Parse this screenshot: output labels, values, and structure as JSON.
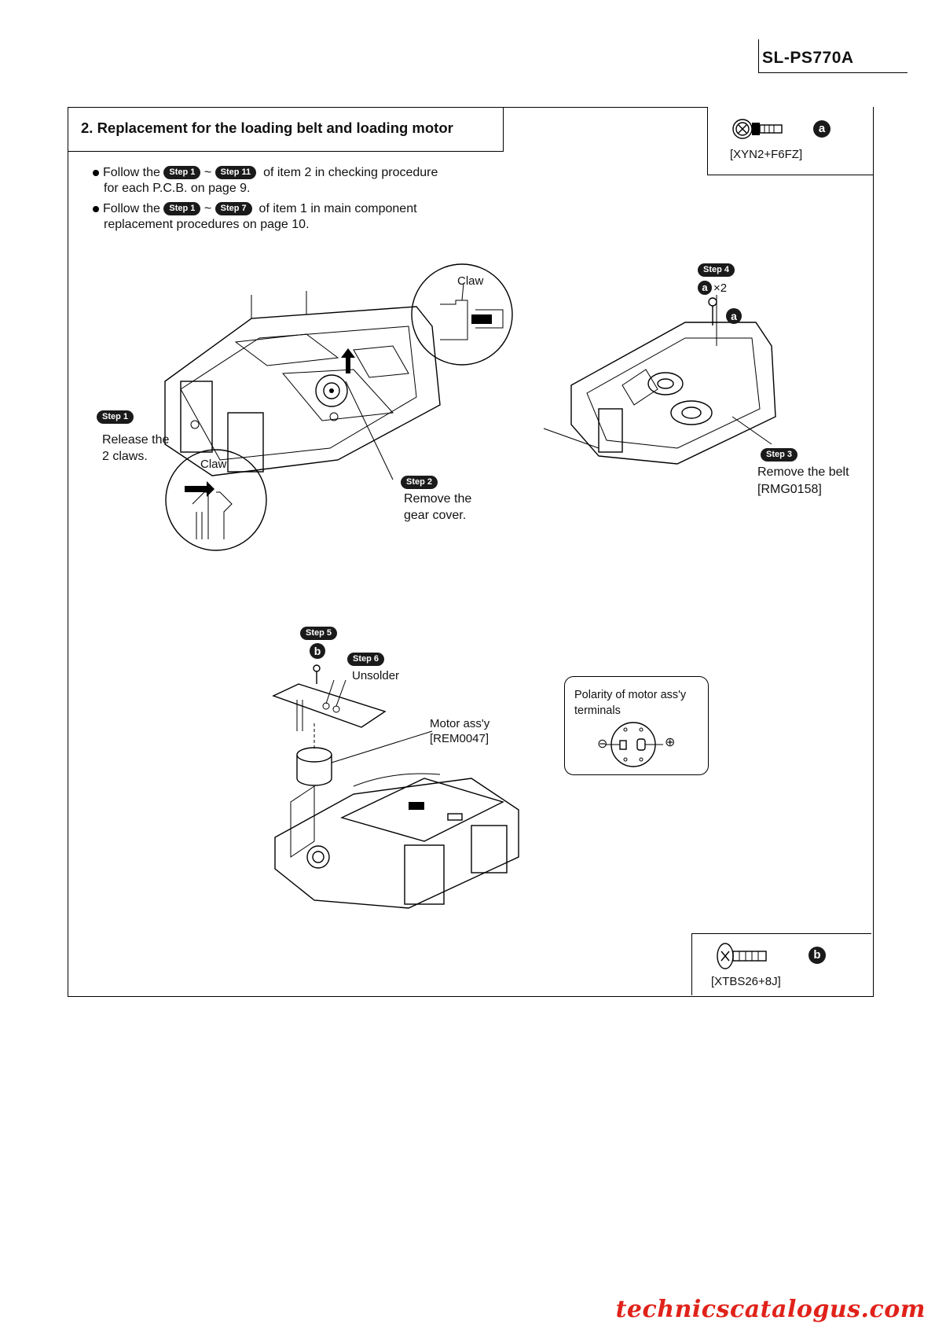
{
  "header": {
    "model": "SL-PS770A"
  },
  "section": {
    "title": "2. Replacement for the loading belt and loading motor"
  },
  "screws": {
    "a": {
      "letter": "a",
      "code": "[XYN2+F6FZ]"
    },
    "b": {
      "letter": "b",
      "code": "[XTBS26+8J]"
    }
  },
  "instructions": [
    {
      "prefix": "Follow the",
      "from": "Step 1",
      "sep": "~",
      "to": "Step 11",
      "rest": "of item 2 in checking procedure",
      "line2": "for each P.C.B. on page 9."
    },
    {
      "prefix": "Follow the",
      "from": "Step 1",
      "sep": "~",
      "to": "Step 7",
      "rest": "of item 1 in main component",
      "line2": "replacement procedures on page 10."
    }
  ],
  "steps": {
    "step1": {
      "tag": "Step 1",
      "line1": "Release the",
      "line2": "2 claws.",
      "claw_label": "Claw"
    },
    "step2": {
      "tag": "Step 2",
      "line1": "Remove the",
      "line2": "gear cover.",
      "claw_label": "Claw"
    },
    "step3": {
      "tag": "Step 3",
      "line1": "Remove the belt",
      "line2": "[RMG0158]"
    },
    "step4": {
      "tag": "Step 4",
      "qty": "×2",
      "screw": "a"
    },
    "step5": {
      "tag": "Step 5",
      "screw": "b"
    },
    "step6": {
      "tag": "Step 6",
      "label": "Unsolder"
    }
  },
  "motor": {
    "line1": "Motor ass'y",
    "line2": "[REM0047]"
  },
  "polarity": {
    "line1": "Polarity of motor ass'y",
    "line2": "terminals",
    "minus": "⊖",
    "plus": "⊕"
  },
  "watermark": "technicscatalogus.com"
}
